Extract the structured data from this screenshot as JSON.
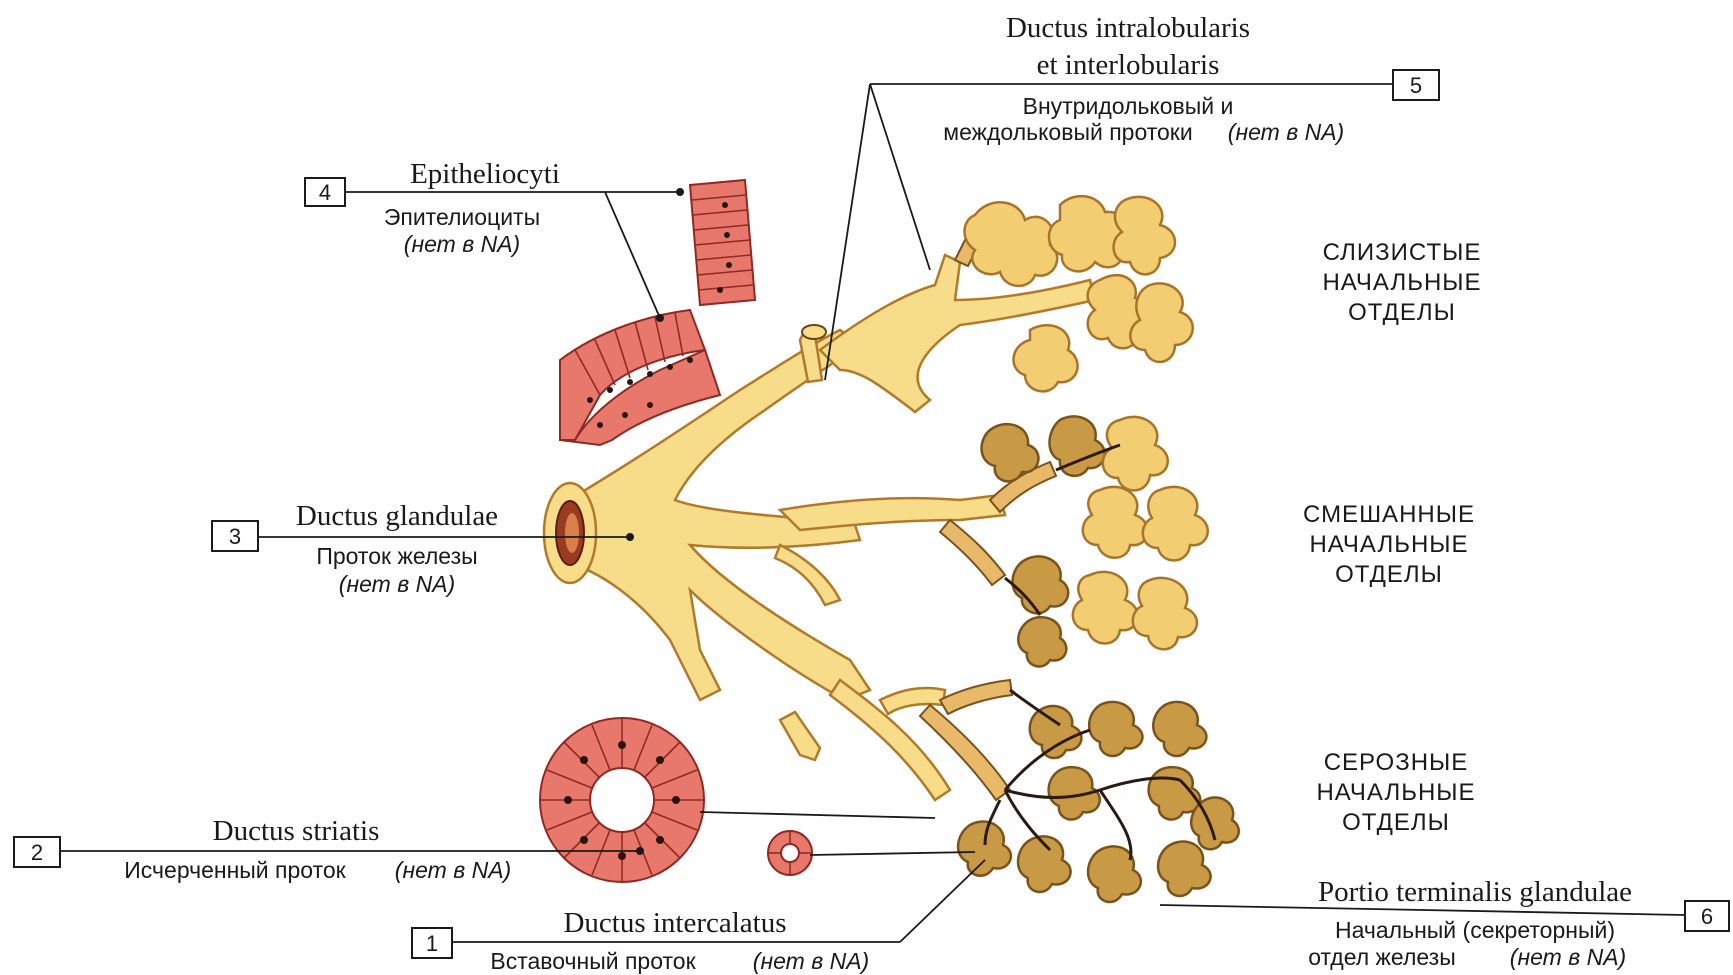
{
  "labels": {
    "l1": {
      "num": "1",
      "latin": "Ductus intercalatus",
      "russian": "Вставочный проток",
      "note": "(нет в NA)"
    },
    "l2": {
      "num": "2",
      "latin": "Ductus striatis",
      "russian": "Исчерченный проток",
      "note": "(нет в NA)"
    },
    "l3": {
      "num": "3",
      "latin": "Ductus glandulae",
      "russian": "Проток железы",
      "note": "(нет в NA)"
    },
    "l4": {
      "num": "4",
      "latin": "Epitheliocyti",
      "russian": "Эпителиоциты",
      "note": "(нет в NA)"
    },
    "l5": {
      "num": "5",
      "latin_line1": "Ductus intralobularis",
      "latin_line2": "et interlobularis",
      "russian_line1": "Внутридольковый и",
      "russian_line2": "междольковый протоки",
      "note": "(нет в NA)"
    },
    "l6": {
      "num": "6",
      "latin": "Portio terminalis glandulae",
      "russian_line1": "Начальный (секреторный)",
      "russian_line2": "отдел железы",
      "note": "(нет в NA)"
    }
  },
  "sections": {
    "mucous": {
      "line1": "СЛИЗИСТЫЕ",
      "line2": "НАЧАЛЬНЫЕ",
      "line3": "ОТДЕЛЫ"
    },
    "mixed": {
      "line1": "СМЕШАННЫЕ",
      "line2": "НАЧАЛЬНЫЕ",
      "line3": "ОТДЕЛЫ"
    },
    "serous": {
      "line1": "СЕРОЗНЫЕ",
      "line2": "НАЧАЛЬНЫЕ",
      "line3": "ОТДЕЛЫ"
    }
  },
  "colors": {
    "duct": "#f7dc8a",
    "mucous_gland": "#f2cd72",
    "serous_gland": "#c99a45",
    "epithelium": "#e8786c"
  }
}
